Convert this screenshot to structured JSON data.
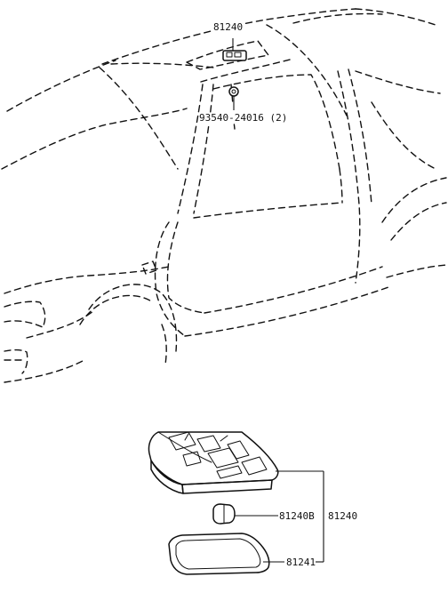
{
  "callouts": {
    "roof_lamp_part": "81240",
    "screw_part": "93540-24016 (2)",
    "bulb_part": "81240B",
    "assembly_part": "81240",
    "lens_part": "81241"
  }
}
